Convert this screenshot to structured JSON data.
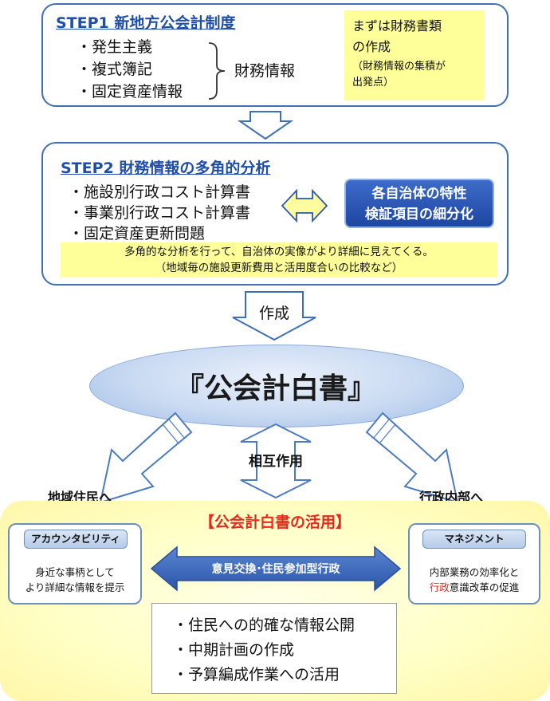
{
  "step1": {
    "title": "STEP1 新地方公会計制度",
    "items": [
      "・発生主義",
      "・複式簿記",
      "・固定資産情報"
    ],
    "brace_label": "財務情報",
    "note_line1": "まずは財務書類",
    "note_line2": "の作成",
    "note_line3": "（財務情報の集積が",
    "note_line4": "出発点）"
  },
  "step2": {
    "title": "STEP2 財務情報の多角的分析",
    "items": [
      "・施設別行政コスト計算書",
      "・事業別行政コスト計算書",
      "・固定資産更新問題"
    ],
    "blue_line1": "各自治体の特性",
    "blue_line2": "検証項目の細分化",
    "note_line1": "多角的な分析を行って、自治体の実像がより詳細に見えてくる。",
    "note_line2": "（地域毎の施設更新費用と活用度合いの比較など）"
  },
  "create_label": "作成",
  "white_paper": "『公会計白書』",
  "interaction_label": "相互作用",
  "left_target": "地域住民へ",
  "right_target": "行政内部へ",
  "utilization": {
    "title": "【公会計白書の活用】",
    "left_head": "アカウンタビリティ",
    "left_line1": "身近な事柄として",
    "left_line2": "より詳細な情報を提示",
    "center_arrow": "意見交換･住民参加型行政",
    "right_head": "マネジメント",
    "right_line1": "内部業務の効率化と",
    "right_line2_red": "行政",
    "right_line2_rest": "意識改革の促進",
    "bullets": [
      "・住民への的確な情報公開",
      "・中期計画の作成",
      "・予算編成作業への活用"
    ]
  },
  "colors": {
    "accent_blue": "#1f4ea8",
    "note_yellow": "#ffff99",
    "title_red": "#e8281e"
  }
}
